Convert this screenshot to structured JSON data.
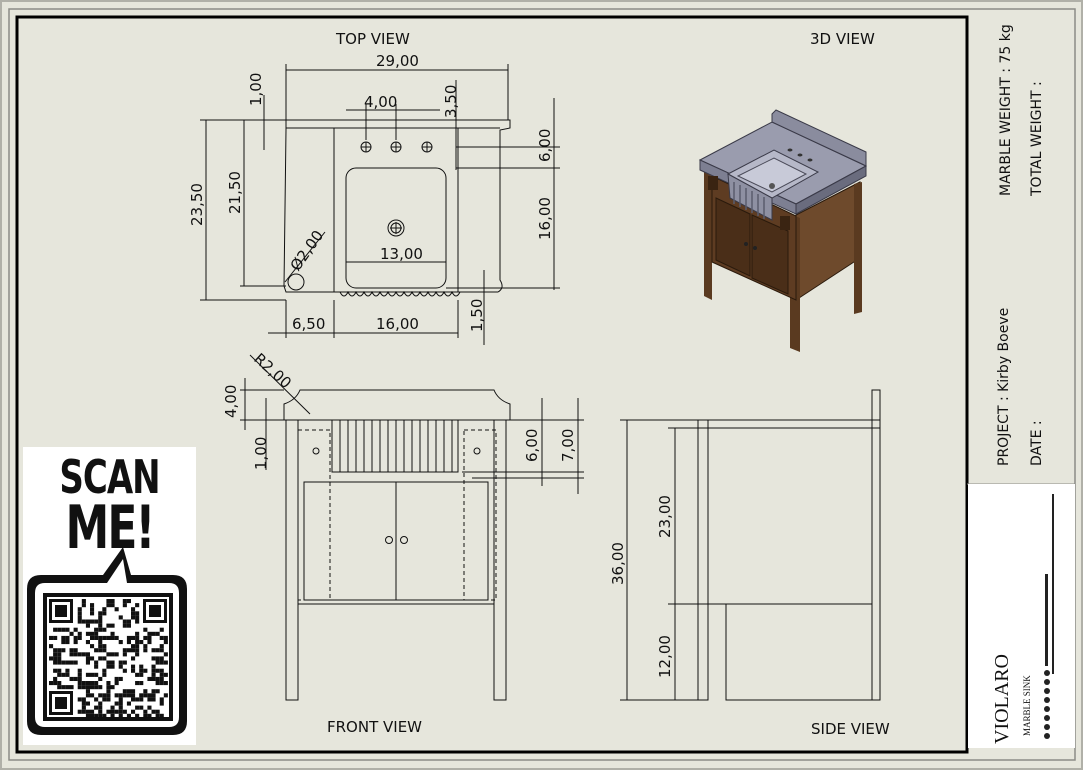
{
  "views": {
    "top": "TOP VIEW",
    "three_d": "3D VIEW",
    "front": "FRONT VIEW",
    "side": "SIDE VIEW"
  },
  "dimensions": {
    "top": {
      "width_total": "29,00",
      "faucet_spacing": "4,00",
      "backsplash": "1,00",
      "hole_offset": "3,50",
      "depth_total": "23,50",
      "depth_inner": "21,50",
      "hole_depth": "6,00",
      "bowl_depth": "16,00",
      "drain_width": "13,00",
      "drain_diameter": "Ø2,00",
      "left_offset": "6,50",
      "bowl_width": "16,00",
      "front_offset": "1,50"
    },
    "front": {
      "radius": "R2,00",
      "splash_height": "4,00",
      "slab": "1,00",
      "apron": "6,00",
      "apron_total": "7,00"
    },
    "side": {
      "height_total": "36,00",
      "upper": "23,00",
      "lower": "12,00"
    }
  },
  "title_block": {
    "marble_weight": "MARBLE WEIGHT : 75 kg",
    "total_weight": "TOTAL WEIGHT :",
    "project": "PROJECT : Kirby Boeve",
    "date": "DATE :"
  },
  "scan": {
    "line1": "SCAN",
    "line2": "ME!"
  },
  "brand": {
    "name": "VIOLARO",
    "tagline": "MARBLE SINK"
  }
}
